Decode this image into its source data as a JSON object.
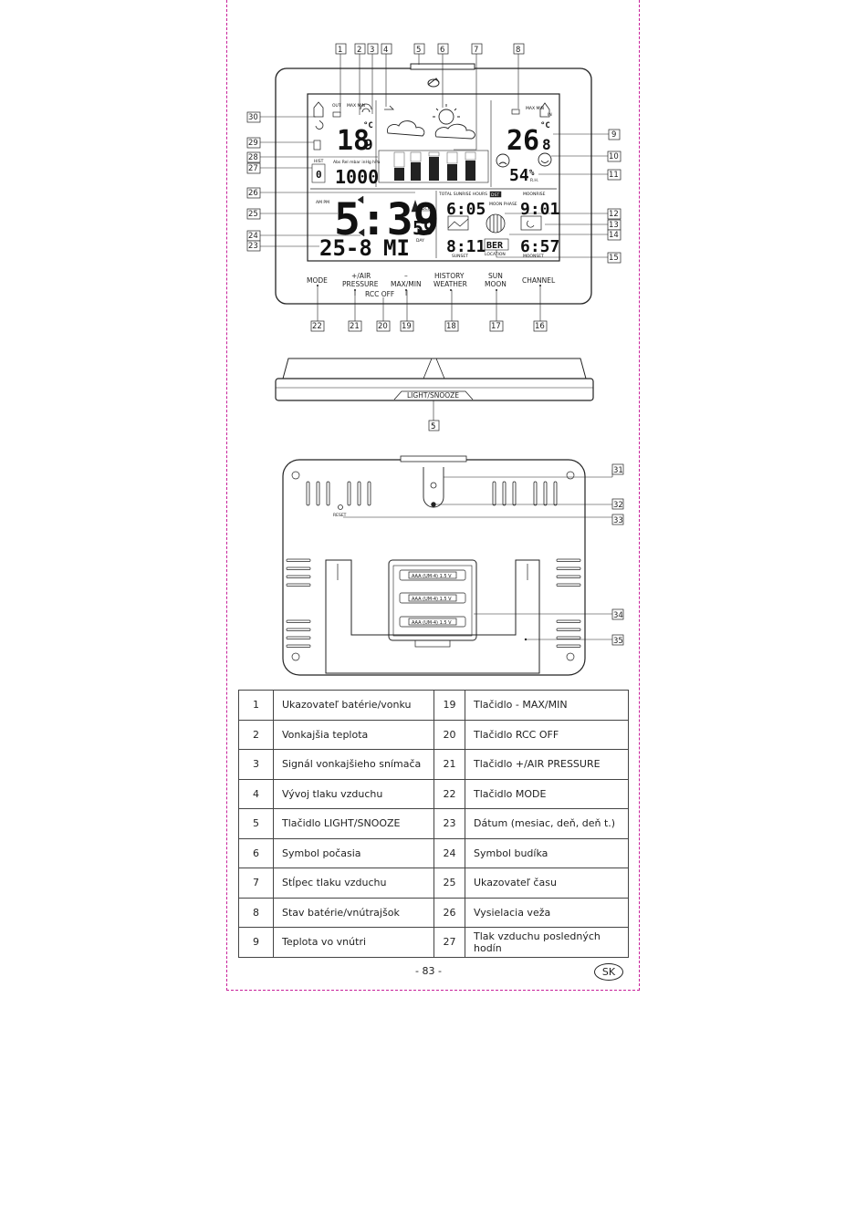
{
  "front_view": {
    "buttons": [
      "MODE",
      "+/AIR",
      "PRESSURE",
      "RCC OFF",
      "–",
      "MAX/MIN",
      "HISTORY",
      "WEATHER",
      "SUN",
      "MOON",
      "CHANNEL"
    ],
    "top_callouts": [
      "1",
      "2",
      "3",
      "4",
      "5",
      "6",
      "7",
      "8"
    ],
    "left_callouts": [
      "30",
      "29",
      "28",
      "27",
      "26",
      "25",
      "24",
      "23"
    ],
    "right_callouts": [
      "9",
      "10",
      "11",
      "12",
      "13",
      "14",
      "15"
    ],
    "bottom_callouts": [
      "22",
      "21",
      "20",
      "19",
      "18",
      "17",
      "16"
    ],
    "lcd": {
      "out_label": "OUT",
      "in_label": "IN",
      "max_min": "MAX\nMIN",
      "outdoor_temp": "18",
      "outdoor_temp_decimal": "9",
      "indoor_temp": "26",
      "indoor_temp_decimal": "8",
      "temp_unit": "°C",
      "pressure": "1000",
      "pressure_header": "Abs Rel mbar inHg hPa",
      "hist_label": "HIST",
      "hist_value": "0",
      "humidity": "54",
      "humidity_unit": "%",
      "rh_label": "R.H.",
      "time": "5:39",
      "seconds": "59",
      "am_pm": "AM\nPM",
      "date": "25-8",
      "day": "MI",
      "day_label": "DAY",
      "sunrise": "6:05",
      "moonrise": "9:01",
      "sunset": "8:11",
      "moonset": "6:57",
      "location": "BER",
      "location_label": "LOCATION",
      "total_label": "TOTAL SUNRISE HOURS",
      "dst_label": "DST",
      "moon_phase_label": "MOON\nPHASE",
      "moonrise_label": "MOONRISE",
      "moonset_label": "MOONSET",
      "sunset_label": "SUNSET",
      "dcf_label": "DCF"
    }
  },
  "side_view": {
    "button_label": "LIGHT/SNOOZE",
    "callout": "5"
  },
  "back_view": {
    "callouts": [
      "31",
      "32",
      "33",
      "34",
      "35"
    ],
    "reset_label": "RESET",
    "battery_label": "AAA (UM-4) 1.5 V"
  },
  "legend": [
    {
      "num": "1",
      "text": "Ukazovateľ batérie/vonku",
      "num2": "19",
      "text2": "Tlačidlo - MAX/MIN"
    },
    {
      "num": "2",
      "text": "Vonkajšia teplota",
      "num2": "20",
      "text2": "Tlačidlo RCC OFF"
    },
    {
      "num": "3",
      "text": "Signál vonkajšieho snímača",
      "num2": "21",
      "text2": "Tlačidlo +/AIR PRESSURE"
    },
    {
      "num": "4",
      "text": "Vývoj tlaku vzduchu",
      "num2": "22",
      "text2": "Tlačidlo MODE"
    },
    {
      "num": "5",
      "text": "Tlačidlo LIGHT/SNOOZE",
      "num2": "23",
      "text2": "Dátum (mesiac, deň, deň t.)"
    },
    {
      "num": "6",
      "text": "Symbol počasia",
      "num2": "24",
      "text2": "Symbol budíka"
    },
    {
      "num": "7",
      "text": "Stĺpec tlaku vzduchu",
      "num2": "25",
      "text2": "Ukazovateľ času"
    },
    {
      "num": "8",
      "text": "Stav batérie/vnútrajšok",
      "num2": "26",
      "text2": "Vysielacia veža"
    },
    {
      "num": "9",
      "text": "Teplota vo vnútri",
      "num2": "27",
      "text2": "Tlak vzduchu posledných hodín"
    }
  ],
  "footer": {
    "page": "- 83 -",
    "lang": "SK"
  }
}
